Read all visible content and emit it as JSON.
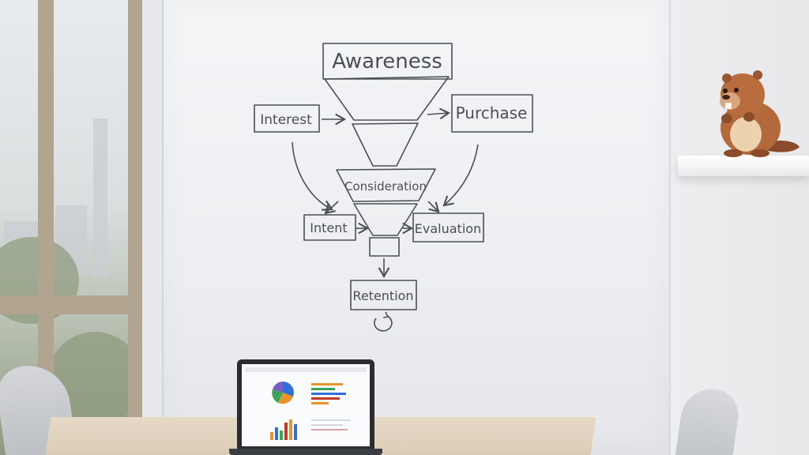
{
  "diagram": {
    "awareness": "Awareness",
    "interest": "Interest",
    "purchase": "Purchase",
    "consideration": "Consideration",
    "intent": "Intent",
    "evaluation": "Evaluation",
    "retention": "Retention"
  },
  "icons": {
    "loop": "refresh-icon"
  },
  "colors": {
    "marker": "#4b4f55",
    "whiteboard": "#eef0f2",
    "beaver": "#b4693b",
    "pie": [
      "#2f6fd6",
      "#e8932b",
      "#3aa45b",
      "#c0392b",
      "#7b5cc4"
    ],
    "bars": [
      "#e8932b",
      "#3aa45b",
      "#2f6fd6",
      "#c0392b"
    ]
  }
}
